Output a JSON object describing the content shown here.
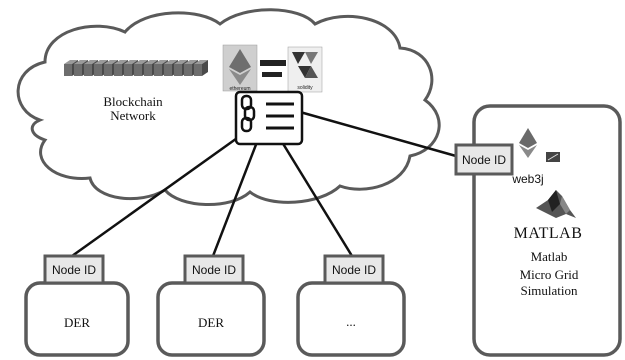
{
  "cloud": {
    "label_line1": "Blockchain",
    "label_line2": "Network"
  },
  "logos": {
    "ethereum_caption": "ethereum",
    "solidity_caption": "solidity",
    "web3j_caption": "web3j",
    "matlab_wordmark": "MATLAB"
  },
  "nodes": [
    {
      "node_label": "Node ID",
      "box_label": "DER"
    },
    {
      "node_label": "Node ID",
      "box_label": "DER"
    },
    {
      "node_label": "Node ID",
      "box_label": "..."
    }
  ],
  "matlab_panel": {
    "node_label": "Node ID",
    "title": "Matlab",
    "subtitle_line1": "Micro Grid",
    "subtitle_line2": "Simulation"
  },
  "colors": {
    "cloud_fill": "#ffffff",
    "stroke": "#5a5a5a",
    "line": "#111111",
    "node_fill": "#e8e8e8"
  }
}
